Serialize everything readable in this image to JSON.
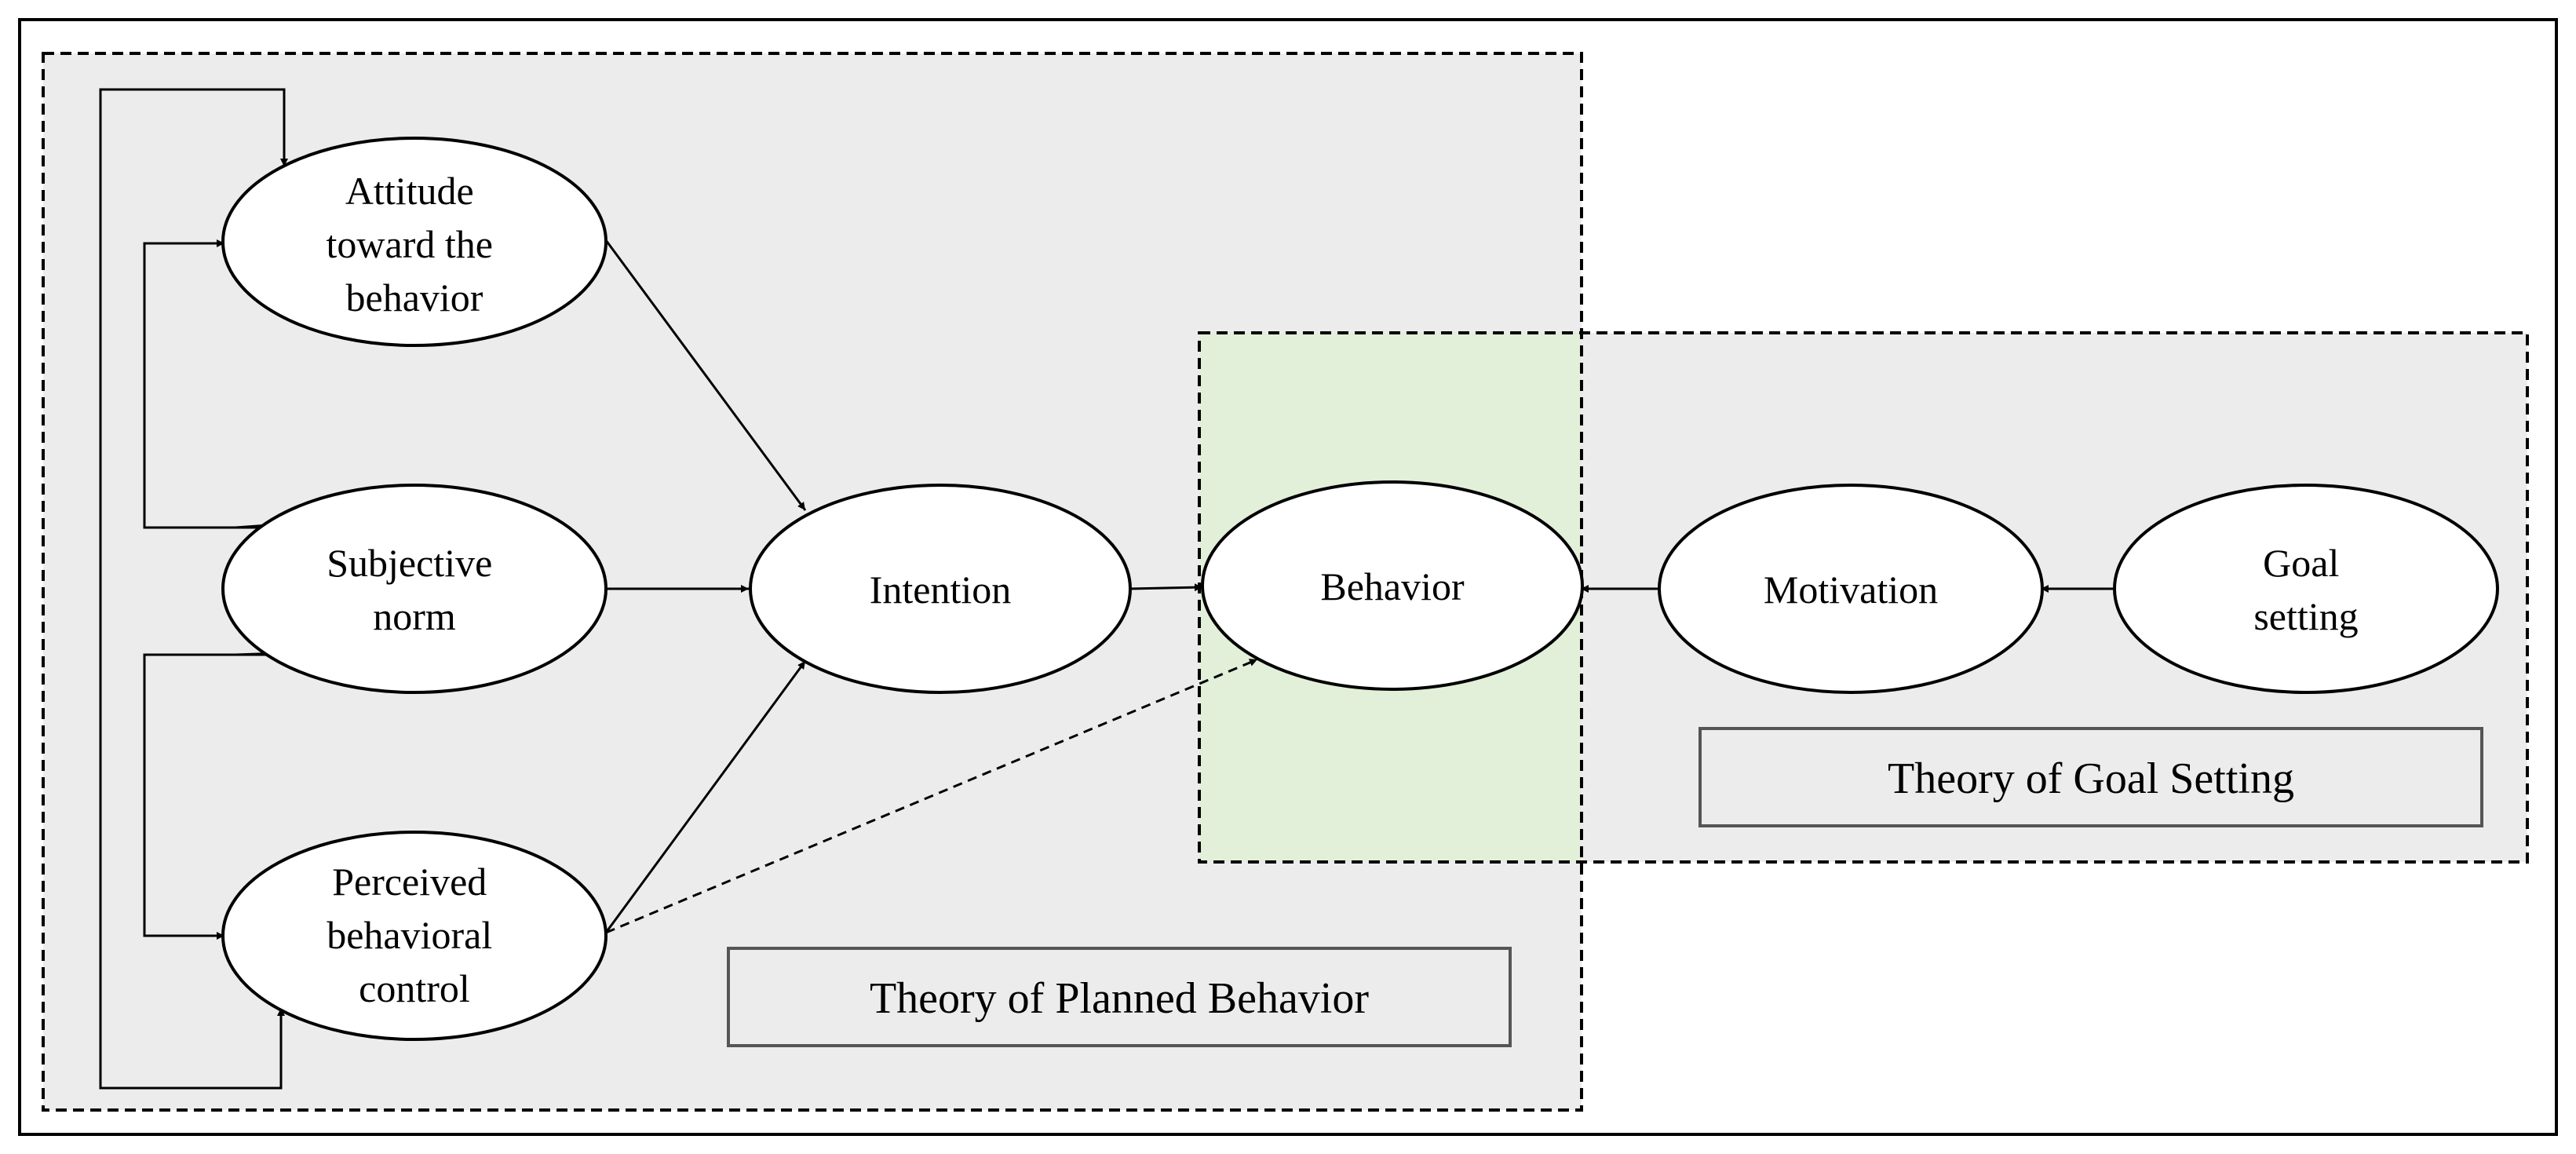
{
  "diagram": {
    "colors": {
      "panel_gray": "#ececec",
      "overlap_green": "#e2efd9",
      "ellipse_fill": "#ffffff",
      "stroke": "#000000",
      "label_box_border": "#555555"
    },
    "nodes": {
      "attitude": [
        "Attitude",
        "toward the",
        "behavior"
      ],
      "subjective_norm": [
        "Subjective",
        "norm"
      ],
      "perceived_control": [
        "Perceived",
        "behavioral",
        "control"
      ],
      "intention": [
        "Intention"
      ],
      "behavior": [
        "Behavior"
      ],
      "motivation": [
        "Motivation"
      ],
      "goal_setting": [
        "Goal",
        "setting"
      ]
    },
    "theory_labels": {
      "planned_behavior": "Theory of Planned Behavior",
      "goal_setting": "Theory of Goal Setting"
    }
  }
}
